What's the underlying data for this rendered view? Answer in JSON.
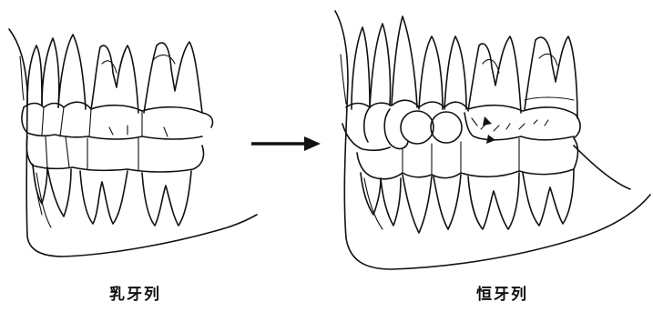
{
  "captions": {
    "primary": "乳牙列",
    "permanent": "恒牙列"
  },
  "arrow": {
    "direction": "right",
    "color": "#111111"
  }
}
